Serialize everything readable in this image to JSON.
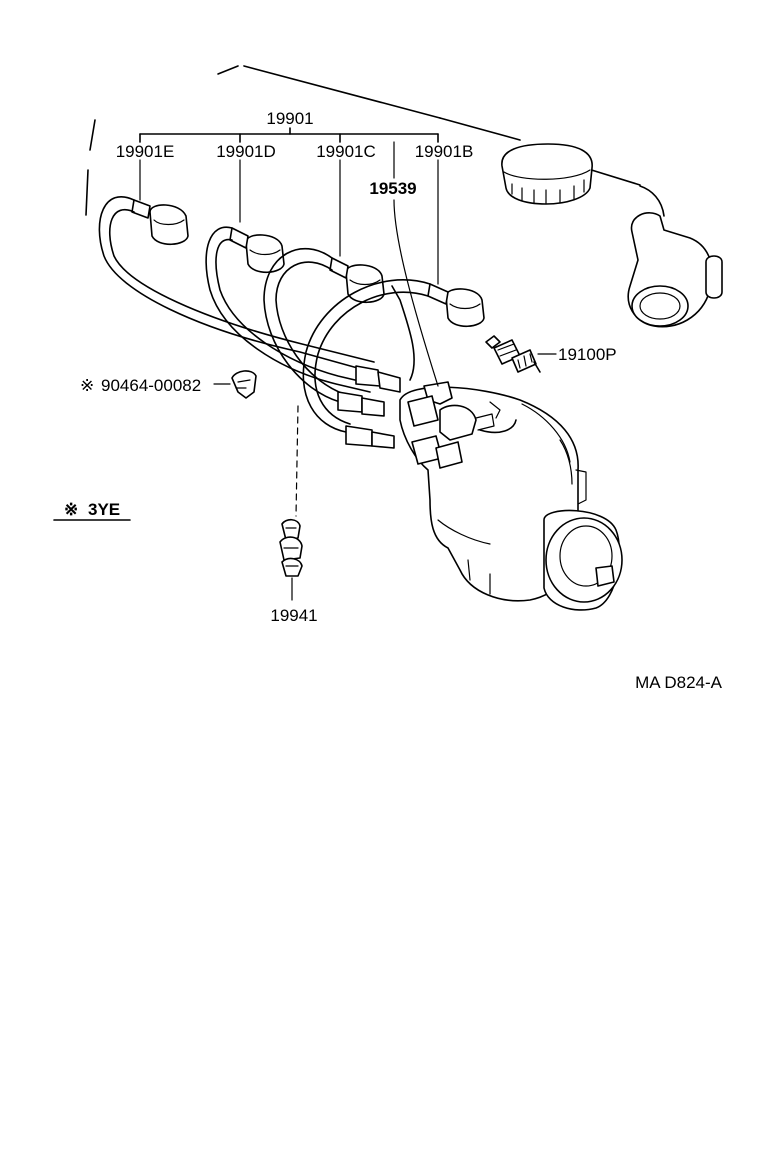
{
  "parts": {
    "cord_set": "19901",
    "cord_e": "19901E",
    "cord_d": "19901D",
    "cord_c": "19901C",
    "cord_b": "19901B",
    "cord_clamp": "19539",
    "spark_plug": "19100P",
    "clip": "90464-00082",
    "cord_clamp_lower": "19941"
  },
  "note": {
    "symbol": "※",
    "code_label": "3YE"
  },
  "diagram_code": "MA D824-A"
}
